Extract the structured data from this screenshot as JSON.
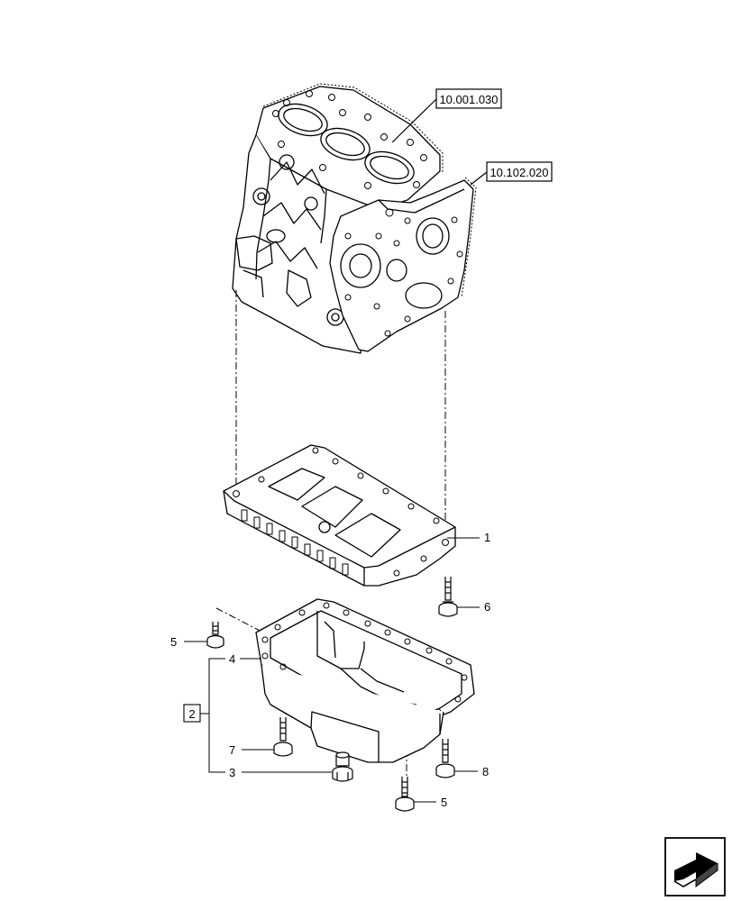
{
  "references": {
    "block": "10.001.030",
    "plate": "10.102.020"
  },
  "callouts": {
    "c1": "1",
    "c2": "2",
    "c3": "3",
    "c4": "4",
    "c5a": "5",
    "c5b": "5",
    "c6": "6",
    "c7": "7",
    "c8": "8"
  },
  "nav": {
    "icon": "forward-arrow-icon"
  }
}
